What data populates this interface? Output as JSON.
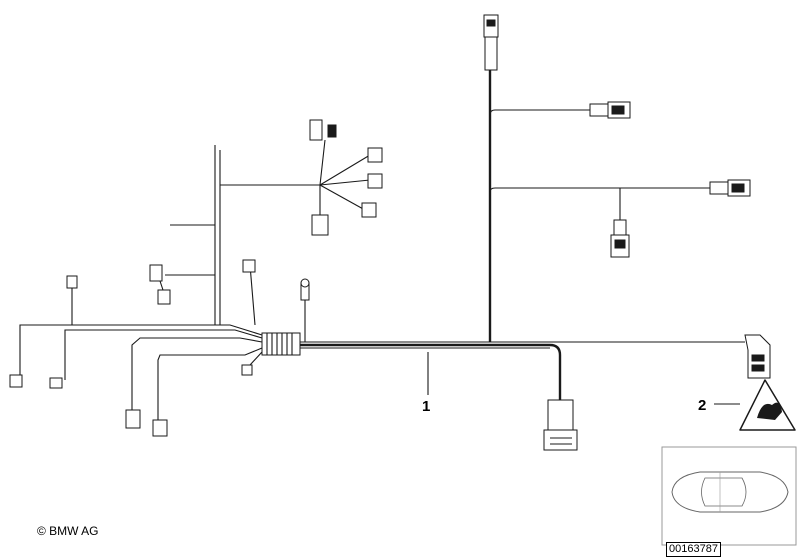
{
  "callouts": [
    {
      "id": "callout-1",
      "text": "1"
    },
    {
      "id": "callout-2",
      "text": "2"
    }
  ],
  "copyright": "© BMW AG",
  "part_number": "00163787",
  "icons": [
    "wiring-harness-icon",
    "warning-triangle-label-icon",
    "car-top-view-icon"
  ]
}
